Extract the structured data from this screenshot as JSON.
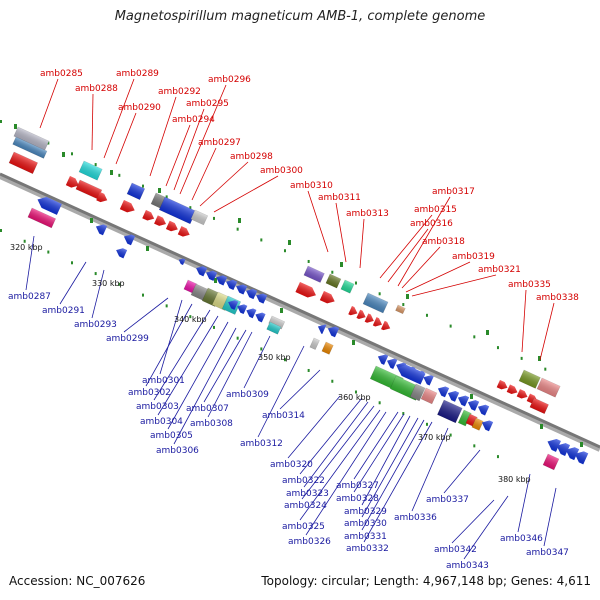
{
  "title": "Magnetospirillum magneticum AMB-1, complete genome",
  "footer": {
    "accession": "Accession: NC_007626",
    "topology": "Topology: circular; Length: 4,967,148 bp; Genes: 4,611"
  },
  "ticks": [
    "320 kbp",
    "330 kbp",
    "340 kbp",
    "350 kbp",
    "360 kbp",
    "370 kbp",
    "380 kbp"
  ],
  "labels_top": [
    "amb0285",
    "amb0288",
    "amb0289",
    "amb0290",
    "amb0292",
    "amb0294",
    "amb0295",
    "amb0296",
    "amb0297",
    "amb0298",
    "amb0300",
    "amb0310",
    "amb0311",
    "amb0313",
    "amb0315",
    "amb0316",
    "amb0317",
    "amb0318",
    "amb0319",
    "amb0321",
    "amb0335",
    "amb0338"
  ],
  "labels_bottom": [
    "amb0287",
    "amb0291",
    "amb0293",
    "amb0299",
    "amb0301",
    "amb0302",
    "amb0303",
    "amb0304",
    "amb0305",
    "amb0306",
    "amb0307",
    "amb0308",
    "amb0309",
    "amb0312",
    "amb0314",
    "amb0320",
    "amb0322",
    "amb0323",
    "amb0324",
    "amb0325",
    "amb0326",
    "amb0327",
    "amb0328",
    "amb0329",
    "amb0330",
    "amb0331",
    "amb0332",
    "amb0336",
    "amb0337",
    "amb0342",
    "amb0343",
    "amb0346",
    "amb0347"
  ],
  "colors": {
    "top_label": "#d40000",
    "bottom_label": "#1a1aa0",
    "backbone": "#888888",
    "dots": "#2a8a2a"
  }
}
